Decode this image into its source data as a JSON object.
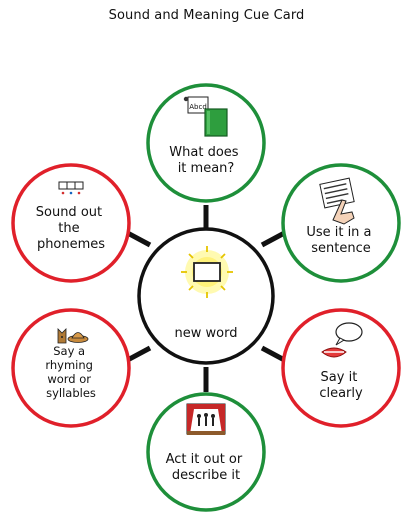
{
  "title": "Sound and Meaning Cue Card",
  "colors": {
    "green": "#1e8f3a",
    "red": "#e0202a",
    "center": "#111111",
    "spoke": "#111111"
  },
  "center": {
    "label": "new word",
    "icon": "lightbulb-glow-icon"
  },
  "nodes": [
    {
      "id": "meaning",
      "color": "green",
      "icon": "dictionary-book-icon",
      "icon_text": "Abcd",
      "lines": [
        "What does",
        "it mean?"
      ]
    },
    {
      "id": "sentence",
      "color": "green",
      "icon": "pointing-at-text-icon",
      "lines": [
        "Use it in a",
        "sentence"
      ]
    },
    {
      "id": "say",
      "color": "red",
      "icon": "mouth-speech-bubble-icon",
      "lines": [
        "Say it",
        "clearly"
      ]
    },
    {
      "id": "act",
      "color": "green",
      "icon": "theatre-stage-icon",
      "lines": [
        "Act it out or",
        "describe it"
      ]
    },
    {
      "id": "rhyme",
      "color": "red",
      "icon": "cat-and-hat-icon",
      "lines": [
        "Say a",
        "rhyming",
        "word or",
        "syllables"
      ]
    },
    {
      "id": "phonemes",
      "color": "red",
      "icon": "phoneme-boxes-icon",
      "lines": [
        "Sound out",
        "the",
        "phonemes"
      ]
    }
  ]
}
